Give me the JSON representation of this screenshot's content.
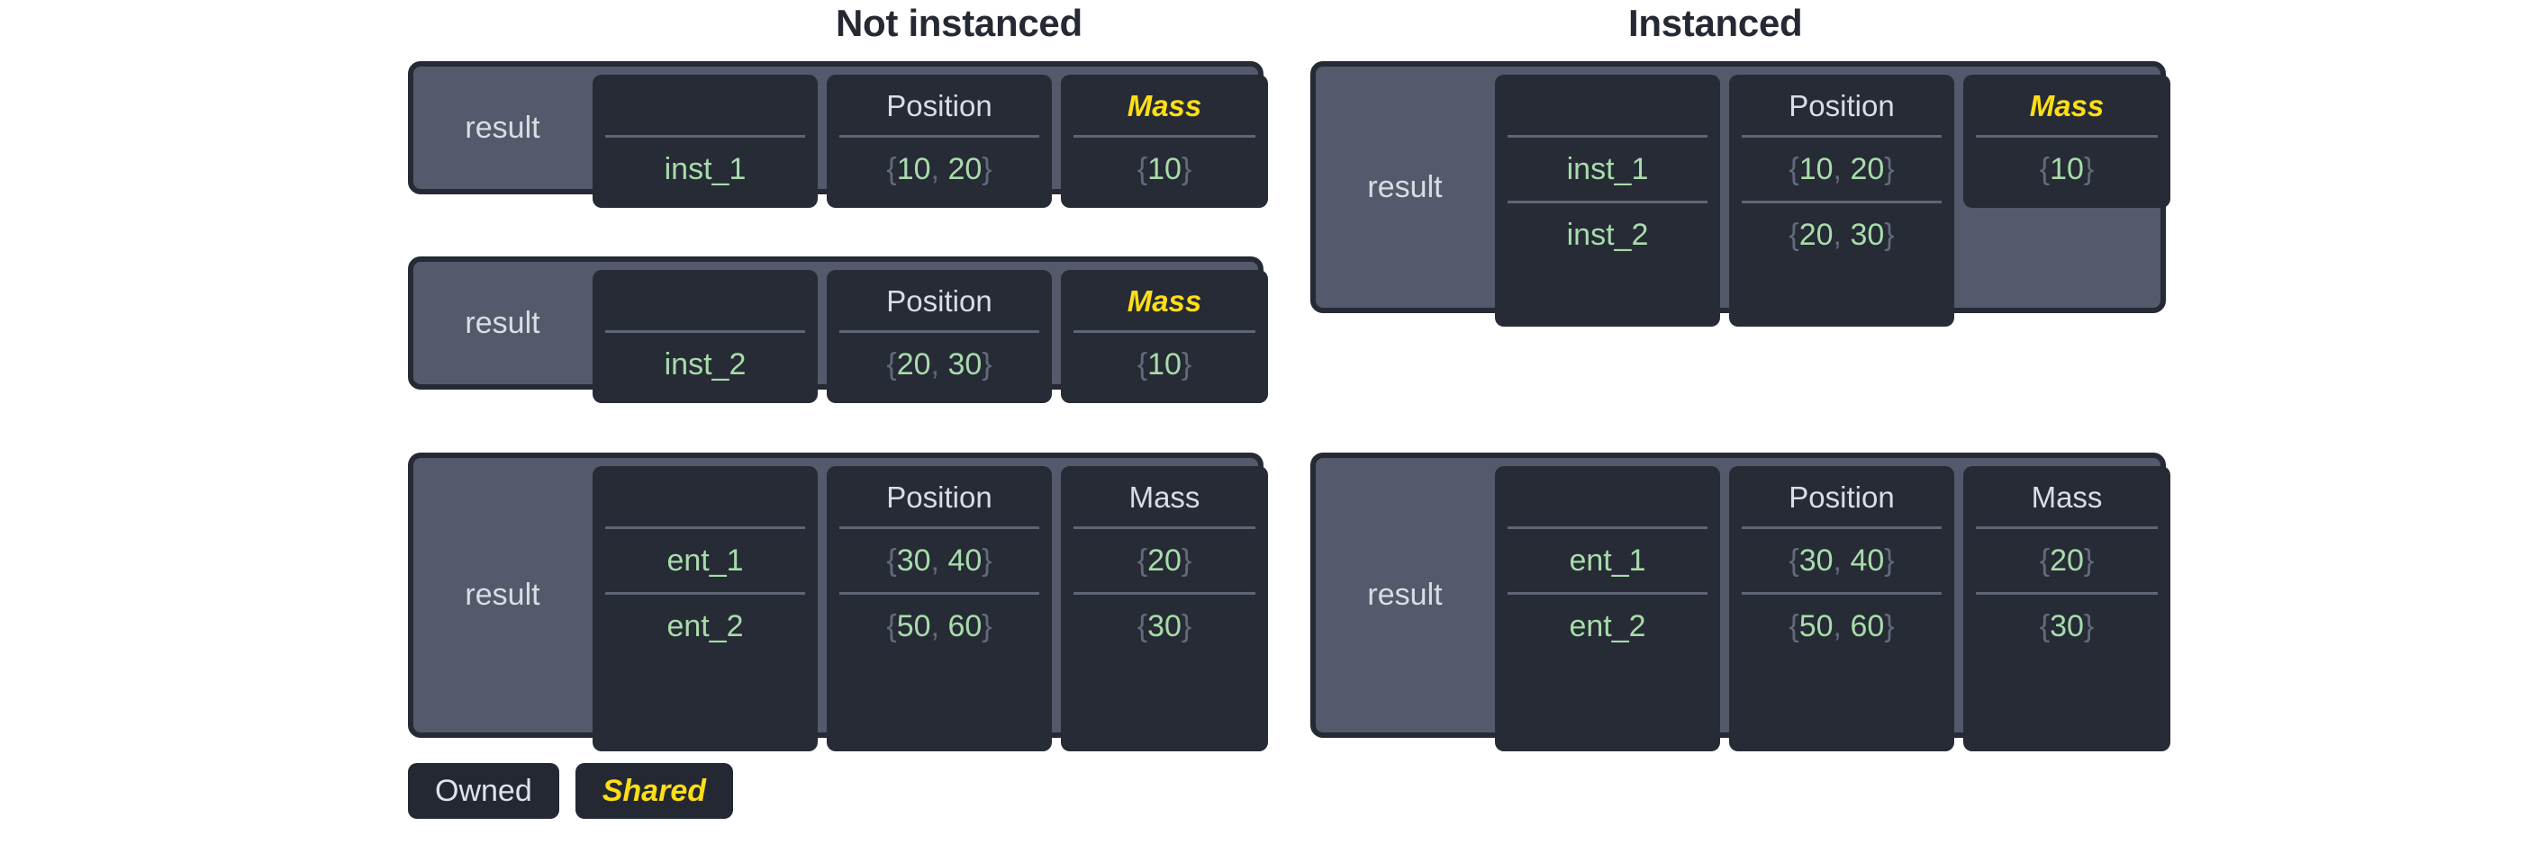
{
  "headings": {
    "left": "Not instanced",
    "right": "Instanced"
  },
  "colors": {
    "page_background": "#ffffff",
    "card_border": "#252a35",
    "card_fill": "#545a6b",
    "column_fill": "#262b35",
    "owned_text": "#d9dde4",
    "shared_text": "#ffde16",
    "value_text": "#a8dcab",
    "brace_text": "#626a7c",
    "divider": "#5e6576",
    "heading_text": "#242933"
  },
  "labels": {
    "result": "result",
    "id_header": "",
    "position_header": "Position",
    "mass_header": "Mass"
  },
  "not_instanced": {
    "cards": [
      {
        "result_label": "result",
        "columns": [
          {
            "name": "id",
            "header": "",
            "shared": false,
            "cells": [
              "inst_1"
            ]
          },
          {
            "name": "position",
            "header": "Position",
            "shared": false,
            "cells": [
              "{10, 20}"
            ]
          },
          {
            "name": "mass",
            "header": "Mass",
            "shared": true,
            "cells": [
              "{10}"
            ]
          }
        ]
      },
      {
        "result_label": "result",
        "columns": [
          {
            "name": "id",
            "header": "",
            "shared": false,
            "cells": [
              "inst_2"
            ]
          },
          {
            "name": "position",
            "header": "Position",
            "shared": false,
            "cells": [
              "{20, 30}"
            ]
          },
          {
            "name": "mass",
            "header": "Mass",
            "shared": true,
            "cells": [
              "{10}"
            ]
          }
        ]
      },
      {
        "result_label": "result",
        "columns": [
          {
            "name": "id",
            "header": "",
            "shared": false,
            "cells": [
              "ent_1",
              "ent_2"
            ]
          },
          {
            "name": "position",
            "header": "Position",
            "shared": false,
            "cells": [
              "{30, 40}",
              "{50, 60}"
            ]
          },
          {
            "name": "mass",
            "header": "Mass",
            "shared": false,
            "cells": [
              "{20}",
              "{30}"
            ]
          }
        ]
      }
    ]
  },
  "instanced": {
    "cards": [
      {
        "result_label": "result",
        "columns": [
          {
            "name": "id",
            "header": "",
            "shared": false,
            "cells": [
              "inst_1",
              "inst_2"
            ]
          },
          {
            "name": "position",
            "header": "Position",
            "shared": false,
            "cells": [
              "{10, 20}",
              "{20, 30}"
            ]
          },
          {
            "name": "mass",
            "header": "Mass",
            "shared": true,
            "cells": [
              "{10}"
            ]
          }
        ]
      },
      {
        "result_label": "result",
        "columns": [
          {
            "name": "id",
            "header": "",
            "shared": false,
            "cells": [
              "ent_1",
              "ent_2"
            ]
          },
          {
            "name": "position",
            "header": "Position",
            "shared": false,
            "cells": [
              "{30, 40}",
              "{50, 60}"
            ]
          },
          {
            "name": "mass",
            "header": "Mass",
            "shared": false,
            "cells": [
              "{20}",
              "{30}"
            ]
          }
        ]
      }
    ]
  },
  "legend": {
    "items": [
      {
        "label": "Owned",
        "shared": false
      },
      {
        "label": "Shared",
        "shared": true
      }
    ]
  }
}
